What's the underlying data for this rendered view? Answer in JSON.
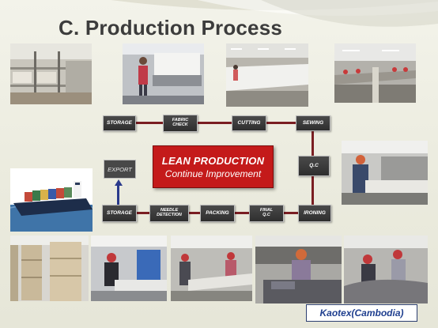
{
  "slide": {
    "title": "C. Production Process",
    "company": "Kaotex(Cambodia)"
  },
  "flow": {
    "top_row": [
      "STORAGE",
      "FABRIC\nCHECK",
      "CUTTING",
      "SEWING"
    ],
    "side": "Q.C",
    "bottom_row": [
      "STORAGE",
      "NEEDLE\nDETECTION",
      "PACKING",
      "FINAL\nQ.C",
      "IRONING"
    ],
    "export": "EXPORT"
  },
  "center_box": {
    "line1": "LEAN PRODUCTION",
    "line2": "Continue Improvement"
  },
  "colors": {
    "step_bg": "#3a3a3a",
    "connector": "#7a1e22",
    "center_box": "#c41a1a",
    "export_arrow": "#2a3a8c",
    "title_text": "#3c3c3c",
    "company_text": "#1f3f8f"
  }
}
